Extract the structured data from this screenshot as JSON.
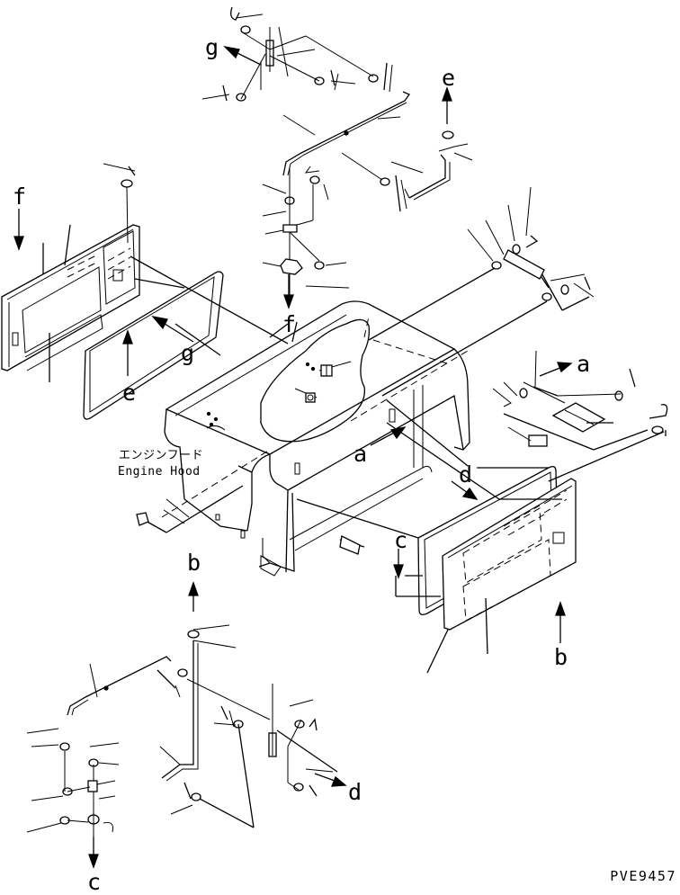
{
  "drawing_code": "PVE9457",
  "part_name": {
    "jp": "エンジンフード",
    "en": "Engine Hood"
  },
  "callouts": {
    "g_upper": "g",
    "g_panel": "g",
    "e_upper": "e",
    "e_panel": "e",
    "f_left": "f",
    "f_center": "f",
    "a_right": "a",
    "a_hood": "a",
    "d_panel": "d",
    "d_lower": "d",
    "b_right": "b",
    "b_lower": "b",
    "c_panel": "c",
    "c_lower": "c"
  }
}
